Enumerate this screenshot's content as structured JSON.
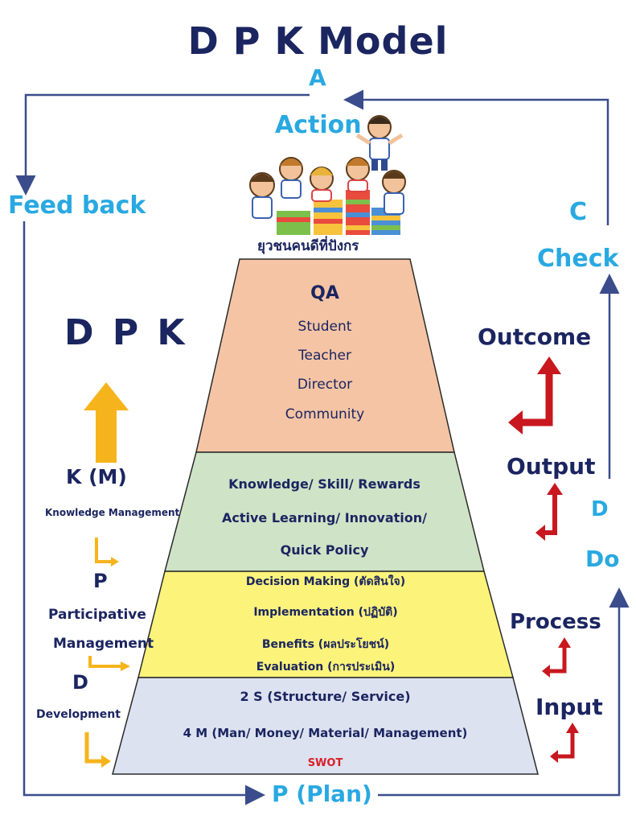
{
  "title": "D P K Model",
  "cycle": {
    "a": "A",
    "action": "Action",
    "feedback": "Feed back",
    "c": "C",
    "check": "Check",
    "d": "D",
    "do": "Do",
    "plan": "P (Plan)"
  },
  "caption": "ยุวชนคนดีที่ปังกร",
  "left": {
    "dpk": "D P K",
    "k": "K (M)",
    "k_desc": "Knowledge Management",
    "p": "P",
    "p_desc1": "Participative",
    "p_desc2": "Management",
    "d": "D",
    "d_desc": "Development"
  },
  "right": {
    "outcome": "Outcome",
    "output": "Output",
    "process": "Process",
    "input": "Input"
  },
  "pyramid": {
    "tier1": [
      "QA",
      "Student",
      "Teacher",
      "Director",
      "Community"
    ],
    "tier2": [
      "Knowledge/ Skill/ Rewards",
      "Active Learning/ Innovation/",
      "Quick Policy"
    ],
    "tier3": [
      "Decision Making (ตัดสินใจ)",
      "Implementation (ปฏิบัติ)",
      "Benefits (ผลประโยชน์)",
      "Evaluation (การประเมิน)"
    ],
    "tier4": [
      "2 S (Structure/ Service)",
      "4 M (Man/ Money/ Material/ Management)",
      "SWOT"
    ]
  },
  "colors": {
    "navy": "#1b2560",
    "cyan": "#29a9e1",
    "tier1": "#f4c4a4",
    "tier2": "#cfe3c7",
    "tier3": "#fbf37a",
    "tier4": "#dde2f1",
    "swot": "#d81f26",
    "arrow_yellow": "#f6b41c",
    "arrow_red": "#c8171e",
    "cycle_line": "#3a4c8c"
  },
  "icons": [
    "up-arrow-icon",
    "elbow-arrow-icon",
    "kids-illustration"
  ]
}
